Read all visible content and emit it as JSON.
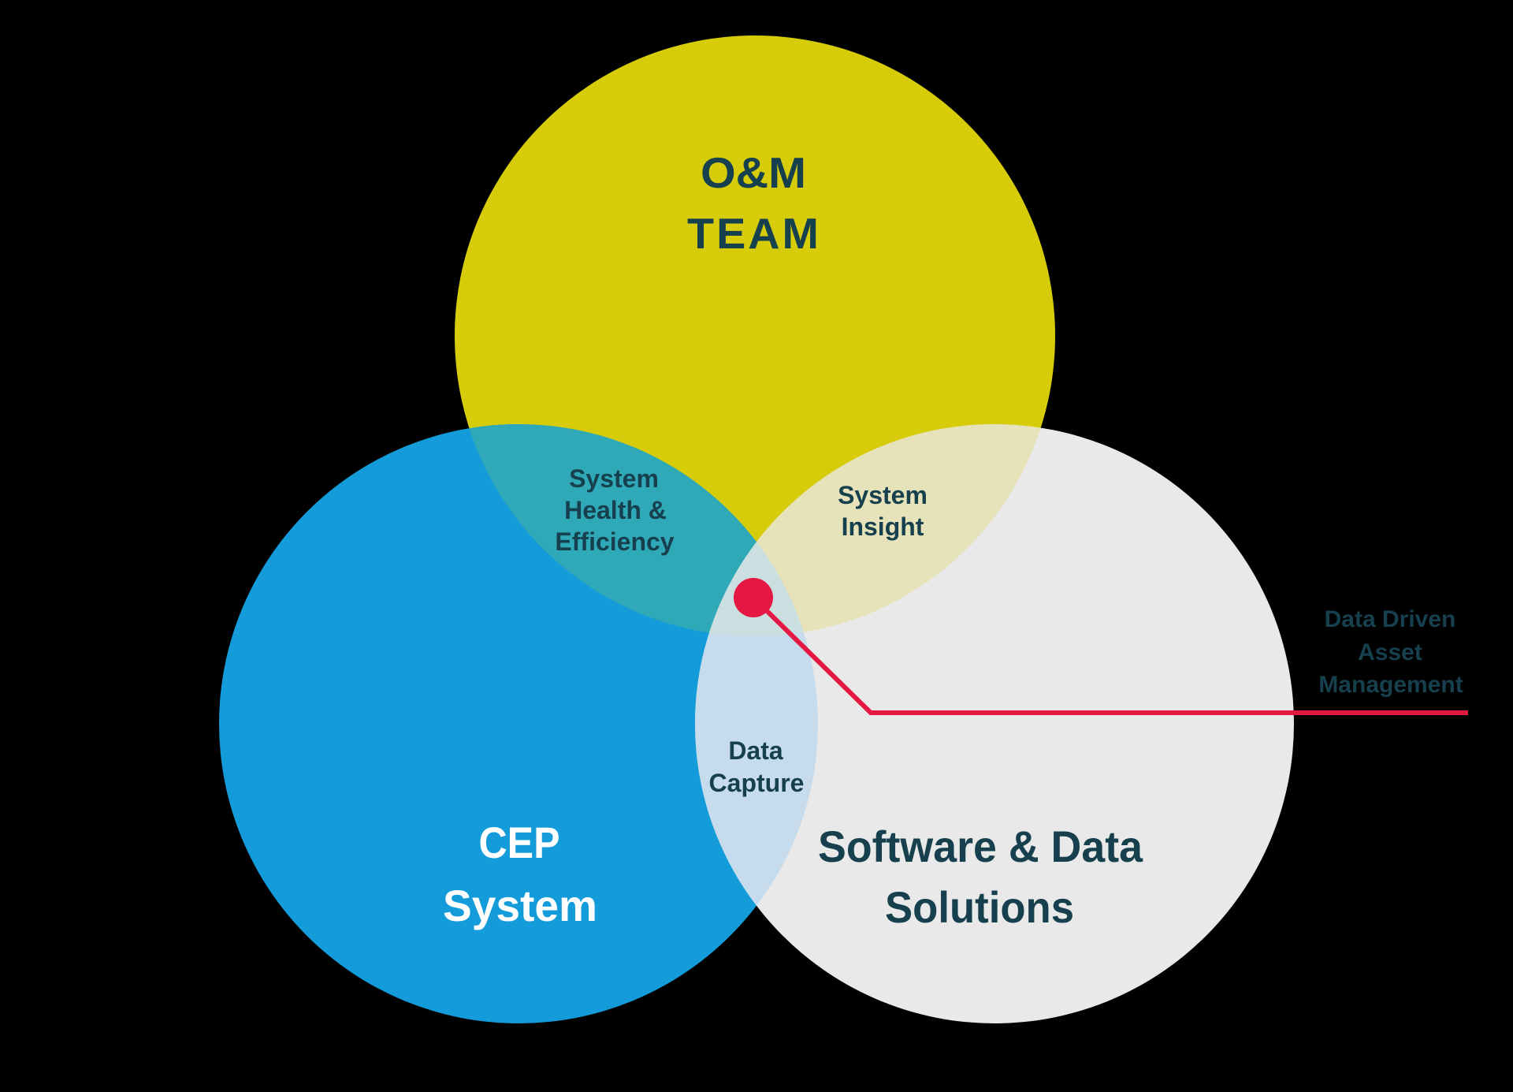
{
  "background_color": "#000000",
  "sets": {
    "om_team": {
      "lines": [
        "O&M",
        "TEAM"
      ],
      "fill": "#d6cc09",
      "text_color": "#17404e"
    },
    "cep_system": {
      "lines": [
        "CEP",
        "System"
      ],
      "fill": "#149cda",
      "text_color": "#ffffff"
    },
    "software_data_solutions": {
      "lines": [
        "Software & Data",
        "Solutions"
      ],
      "fill": "#e9e9e9",
      "text_color": "#17404e"
    }
  },
  "overlaps": {
    "system_health_efficiency": {
      "lines": [
        "System",
        "Health &",
        "Efficiency"
      ],
      "fill": "#2fa9b8",
      "text_color": "#17404e"
    },
    "system_insight": {
      "lines": [
        "System",
        "Insight"
      ],
      "fill": "#e6e2ba",
      "text_color": "#17404e"
    },
    "data_capture": {
      "lines": [
        "Data",
        "Capture"
      ],
      "fill": "#c6dcec",
      "text_color": "#17404e"
    },
    "center": {
      "fill": "#cbdfe0"
    }
  },
  "callout": {
    "lines": [
      "Data Driven",
      "Asset",
      "Management"
    ],
    "text_color": "#17404e",
    "accent_color": "#e51743"
  }
}
